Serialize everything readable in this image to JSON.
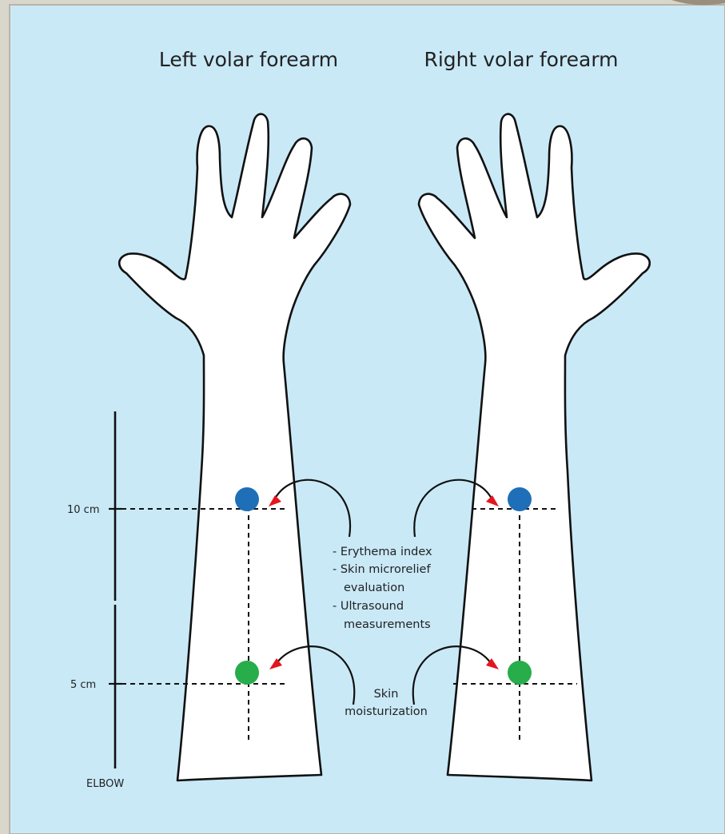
{
  "titles": {
    "left": "Left volar forearm",
    "right": "Right volar forearm"
  },
  "scale": {
    "mark_10cm": "10 cm",
    "mark_5cm": "5 cm",
    "elbow": "ELBOW"
  },
  "annotations": {
    "upper": [
      "- Erythema index",
      "- Skin microrelief",
      "evaluation",
      "- Ultrasound",
      "measurements"
    ],
    "lower": [
      "Skin",
      "moisturization"
    ]
  },
  "colors": {
    "background": "#c9e9f7",
    "upper_site": "#1f6fb8",
    "lower_site": "#27ad4a",
    "arrow": "#e4151f"
  }
}
